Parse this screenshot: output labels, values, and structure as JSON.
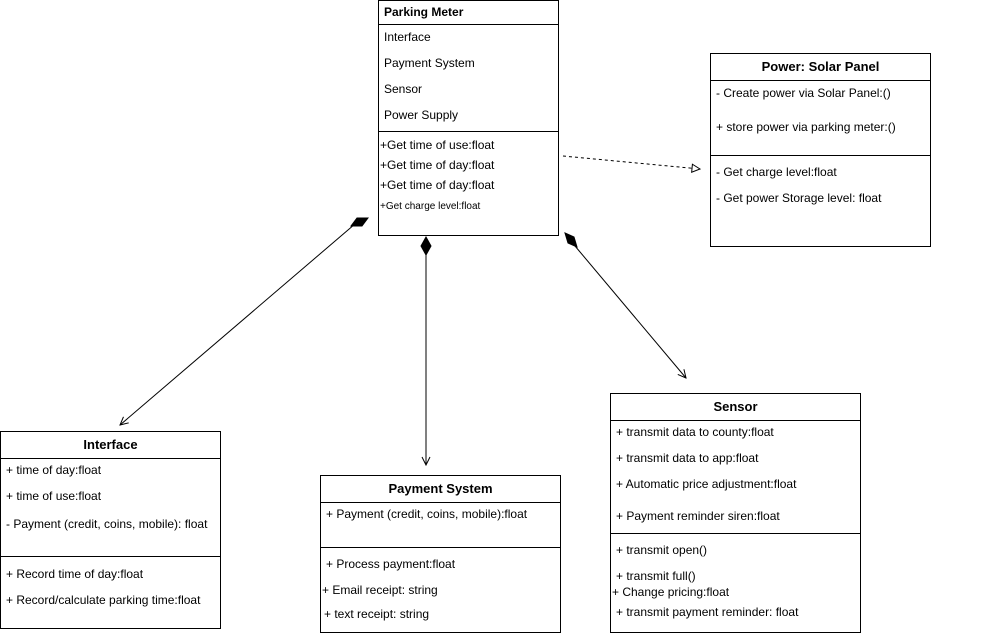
{
  "parking_meter": {
    "title": "Parking Meter",
    "attributes": [
      "Interface",
      "Payment System",
      "Sensor",
      "Power Supply"
    ],
    "operations": [
      "+Get time of use:float",
      "+Get time of day:float",
      "+Get time of day:float",
      "+Get charge level:float"
    ]
  },
  "solar_panel": {
    "title": "Power: Solar Panel",
    "attributes": [
      "- Create power via Solar Panel:()",
      "+ store power via parking meter:()"
    ],
    "operations": [
      "- Get charge level:float",
      "- Get power Storage level: float"
    ]
  },
  "interface": {
    "title": "Interface",
    "attributes": [
      "+ time of day:float",
      "+ time of use:float",
      "- Payment (credit, coins, mobile): float"
    ],
    "operations": [
      "+ Record time of day:float",
      "+ Record/calculate parking time:float"
    ]
  },
  "payment_system": {
    "title": "Payment System",
    "attributes": [
      "+ Payment (credit, coins, mobile):float"
    ],
    "operations": [
      "+ Process payment:float",
      "+ Email receipt: string",
      "+ text receipt: string"
    ]
  },
  "sensor": {
    "title": "Sensor",
    "attributes": [
      "+ transmit data to county:float",
      "+ transmit data to app:float",
      "+ Automatic price adjustment:float",
      "+ Payment reminder siren:float"
    ],
    "operations": [
      "+ transmit open()",
      "+ transmit full()",
      "+ Change pricing:float",
      "+ transmit payment reminder: float"
    ]
  },
  "colors": {
    "stroke": "#000000",
    "background": "#ffffff"
  }
}
